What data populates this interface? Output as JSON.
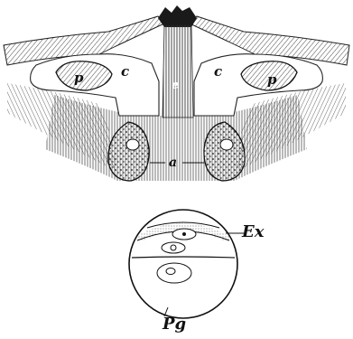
{
  "colors": {
    "ink": "#111111",
    "hatch": "#444444",
    "paper": "#ffffff"
  },
  "top_figure": {
    "labels": {
      "p_left": "p",
      "c_left": "c",
      "e_center": "e",
      "c_right": "c",
      "p_right": "p",
      "a_center": "a"
    }
  },
  "bottom_figure": {
    "labels": {
      "ex": "Ex",
      "pg": "Pg"
    }
  }
}
